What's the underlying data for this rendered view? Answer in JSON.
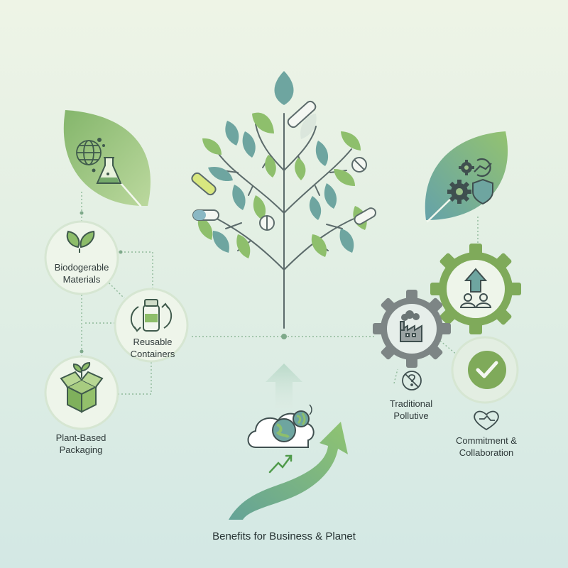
{
  "diagram": {
    "footer_title": "Benefits for Business & Planet",
    "left_nodes": [
      {
        "lines": [
          "Biodogerable",
          "Materials"
        ],
        "icon": "leaves-icon"
      },
      {
        "lines": [
          "Reusable",
          "Containers"
        ],
        "icon": "recycle-jar-icon"
      },
      {
        "lines": [
          "Plant-Based",
          "Packaging"
        ],
        "icon": "sprout-box-icon"
      }
    ],
    "right_nodes": [
      {
        "lines": [
          "Traditional",
          "Pollutive"
        ],
        "icon": "no-pollution-icon"
      },
      {
        "lines": [
          "Commitment &",
          "Collaboration"
        ],
        "icon": "heart-handshake-icon"
      }
    ],
    "icons": {
      "left_leaf": [
        "globe-icon",
        "flask-icon"
      ],
      "right_leaf": [
        "gear-icon",
        "shield-icon",
        "chart-icon"
      ],
      "center_tree": [
        "tree-icon",
        "capsule-icon",
        "pill-icon",
        "dropper-icon"
      ],
      "gears": [
        "upload-people-gear-icon",
        "factory-gear-icon",
        "checkmark-icon"
      ],
      "bottom": [
        "cloud-globe-icon",
        "growth-arrow-icon",
        "up-arrow-icon"
      ]
    },
    "colors": {
      "leaf_green": "#8dbd6a",
      "leaf_teal": "#6fa8a0",
      "gear_green": "#7faa5a",
      "gear_grey": "#7d8585",
      "circle_fill": "#eef5ea",
      "text": "#2f3a3a"
    }
  }
}
